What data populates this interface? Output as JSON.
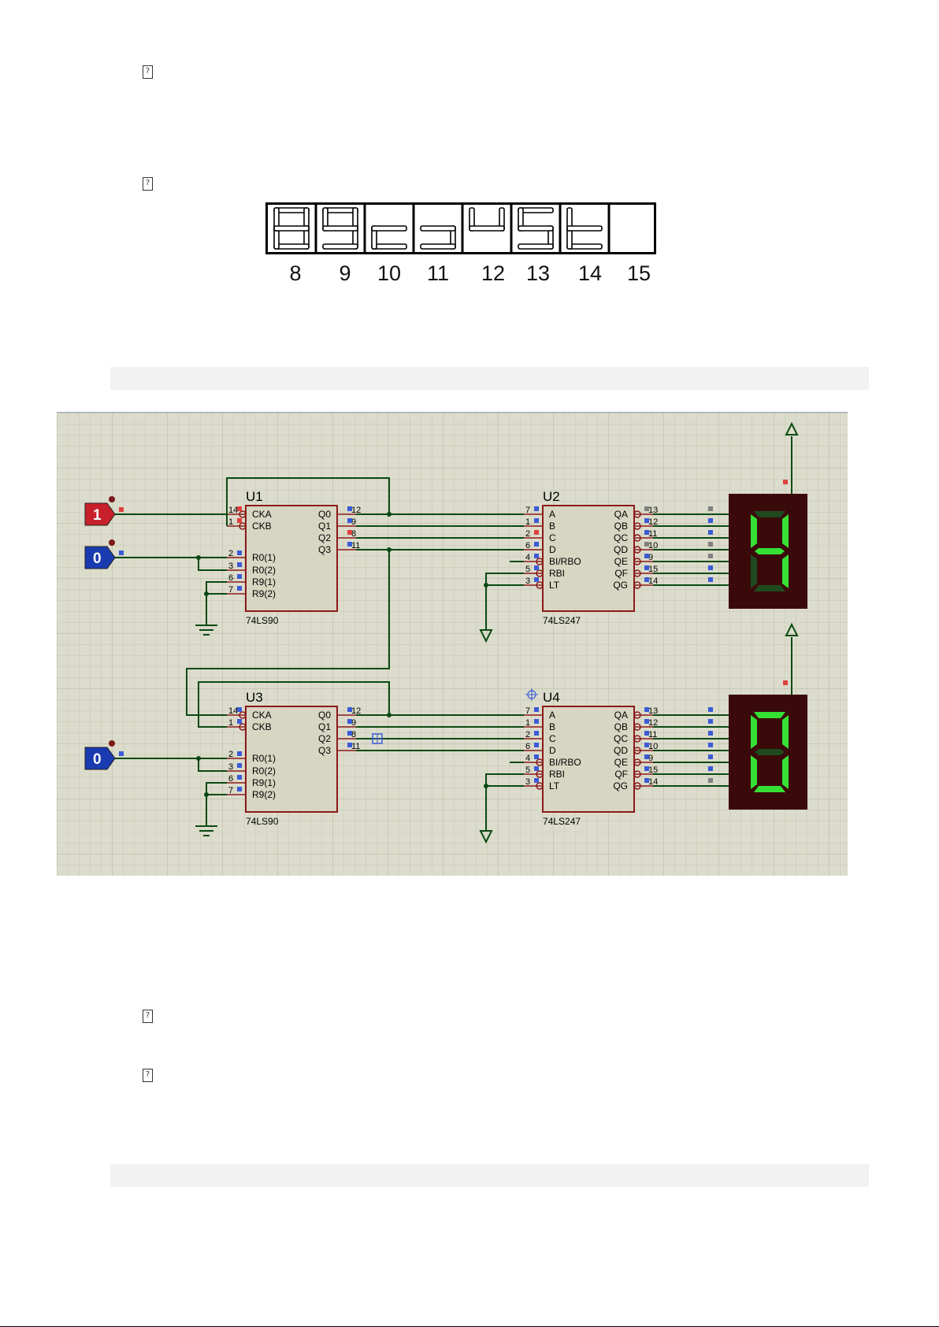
{
  "glyphs": [
    "?",
    "?",
    "?",
    "?"
  ],
  "digit_strip": {
    "labels": [
      "8",
      "9",
      "10",
      "11",
      "12",
      "13",
      "14",
      "15"
    ],
    "displays": [
      "8",
      "9",
      "c",
      "ↄ",
      "u",
      "5",
      "t",
      ""
    ]
  },
  "schematic": {
    "colors": {
      "grid_bg": "#dcdccc",
      "grid_line": "#c8c8b4",
      "wire": "#0a4a12",
      "chip_fill": "#d6d6c2",
      "chip_border": "#8b1a1a",
      "pin_red": "#e04040",
      "pin_blue": "#3b5bd6",
      "pin_gray": "#808080",
      "seg_on": "#35e035",
      "seg_off": "#1f4a1f",
      "display_bg": "#3a0a0a",
      "logic1": "#c8202a",
      "logic0": "#1a3ab0"
    },
    "inputs": [
      {
        "name": "input-1",
        "value": "1",
        "level": "high"
      },
      {
        "name": "input-0-top",
        "value": "0",
        "level": "low"
      },
      {
        "name": "input-0-bottom",
        "value": "0",
        "level": "low"
      }
    ],
    "chips": [
      {
        "ref": "U1",
        "part": "74LS90",
        "left_pins": [
          {
            "num": "14",
            "name": "CKA"
          },
          {
            "num": "1",
            "name": "CKB"
          },
          {
            "num": "2",
            "name": "R0(1)"
          },
          {
            "num": "3",
            "name": "R0(2)"
          },
          {
            "num": "6",
            "name": "R9(1)"
          },
          {
            "num": "7",
            "name": "R9(2)"
          }
        ],
        "right_pins": [
          {
            "num": "12",
            "name": "Q0"
          },
          {
            "num": "9",
            "name": "Q1"
          },
          {
            "num": "8",
            "name": "Q2"
          },
          {
            "num": "11",
            "name": "Q3"
          }
        ]
      },
      {
        "ref": "U2",
        "part": "74LS247",
        "left_pins": [
          {
            "num": "7",
            "name": "A"
          },
          {
            "num": "1",
            "name": "B"
          },
          {
            "num": "2",
            "name": "C"
          },
          {
            "num": "6",
            "name": "D"
          },
          {
            "num": "4",
            "name": "BI/RBO"
          },
          {
            "num": "5",
            "name": "RBI"
          },
          {
            "num": "3",
            "name": "LT"
          }
        ],
        "right_pins": [
          {
            "num": "13",
            "name": "QA"
          },
          {
            "num": "12",
            "name": "QB"
          },
          {
            "num": "11",
            "name": "QC"
          },
          {
            "num": "10",
            "name": "QD"
          },
          {
            "num": "9",
            "name": "QE"
          },
          {
            "num": "15",
            "name": "QF"
          },
          {
            "num": "14",
            "name": "QG"
          }
        ]
      },
      {
        "ref": "U3",
        "part": "74LS90",
        "left_pins": [
          {
            "num": "14",
            "name": "CKA"
          },
          {
            "num": "1",
            "name": "CKB"
          },
          {
            "num": "2",
            "name": "R0(1)"
          },
          {
            "num": "3",
            "name": "R0(2)"
          },
          {
            "num": "6",
            "name": "R9(1)"
          },
          {
            "num": "7",
            "name": "R9(2)"
          }
        ],
        "right_pins": [
          {
            "num": "12",
            "name": "Q0"
          },
          {
            "num": "9",
            "name": "Q1"
          },
          {
            "num": "8",
            "name": "Q2"
          },
          {
            "num": "11",
            "name": "Q3"
          }
        ]
      },
      {
        "ref": "U4",
        "part": "74LS247",
        "left_pins": [
          {
            "num": "7",
            "name": "A"
          },
          {
            "num": "1",
            "name": "B"
          },
          {
            "num": "2",
            "name": "C"
          },
          {
            "num": "6",
            "name": "D"
          },
          {
            "num": "4",
            "name": "BI/RBO"
          },
          {
            "num": "5",
            "name": "RBI"
          },
          {
            "num": "3",
            "name": "LT"
          }
        ],
        "right_pins": [
          {
            "num": "13",
            "name": "QA"
          },
          {
            "num": "12",
            "name": "QB"
          },
          {
            "num": "11",
            "name": "QC"
          },
          {
            "num": "10",
            "name": "QD"
          },
          {
            "num": "9",
            "name": "QE"
          },
          {
            "num": "15",
            "name": "QF"
          },
          {
            "num": "14",
            "name": "QG"
          }
        ]
      }
    ],
    "displays": [
      {
        "name": "display-top",
        "shows": "4",
        "segments_on": [
          "b",
          "c",
          "f",
          "g"
        ]
      },
      {
        "name": "display-bottom",
        "shows": "0",
        "segments_on": [
          "a",
          "b",
          "c",
          "d",
          "e",
          "f"
        ]
      }
    ]
  }
}
